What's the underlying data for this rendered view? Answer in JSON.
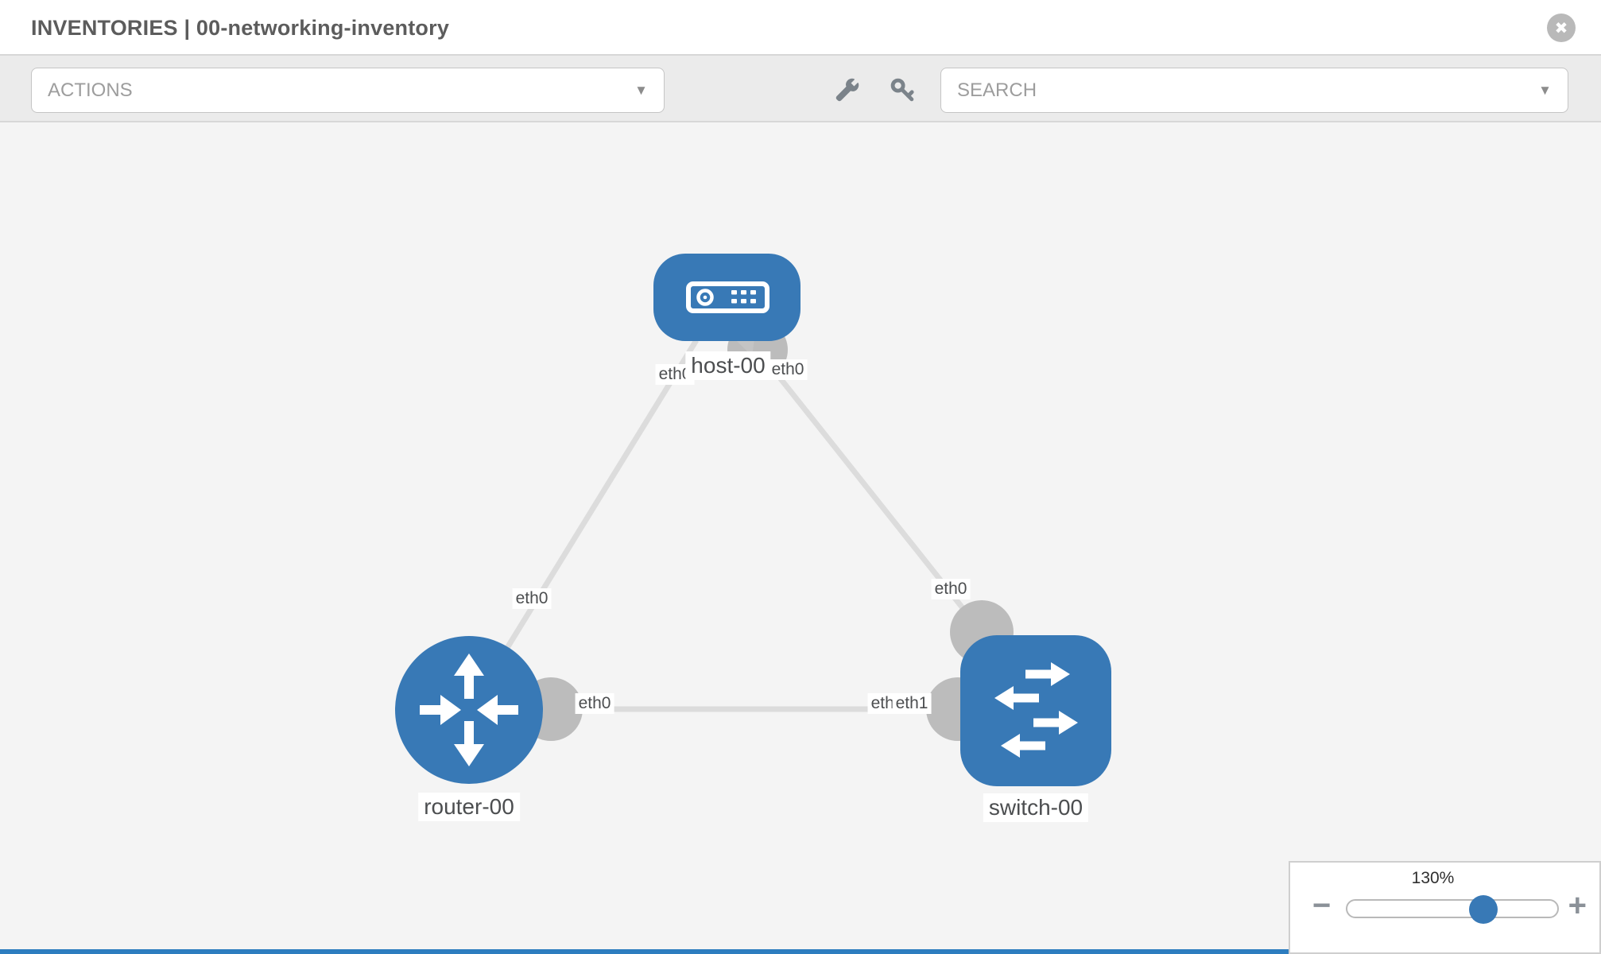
{
  "header": {
    "title": "INVENTORIES | 00-networking-inventory",
    "close_icon": "close-circle-icon"
  },
  "toolbar": {
    "actions": {
      "label": "ACTIONS",
      "caret": "▼"
    },
    "search": {
      "label": "SEARCH",
      "caret": "▼"
    },
    "icons": [
      "wrench-icon",
      "key-icon"
    ]
  },
  "topology": {
    "nodes": [
      {
        "label": "host-00",
        "type": "host"
      },
      {
        "label": "router-00",
        "type": "router"
      },
      {
        "label": "switch-00",
        "type": "switch"
      }
    ],
    "links": [
      {
        "from": "router-00",
        "to": "host-00"
      },
      {
        "from": "host-00",
        "to": "switch-00"
      },
      {
        "from": "router-00",
        "to": "switch-00"
      }
    ],
    "port_labels": {
      "host_left": "eth0",
      "host_right": "eth0",
      "diag_left_mid": "eth0",
      "diag_right_mid": "eth0",
      "horizontal_near_router": "eth0",
      "horizontal_near_switch_back": "eth1",
      "horizontal_near_switch_front": "eth1"
    },
    "colors": {
      "node_blue": "#3879b6",
      "link_gray": "#dcdcdc",
      "interface_gray": "#bcbcbc"
    }
  },
  "zoom_control": {
    "level": "130%",
    "minus_label": "−",
    "plus_label": "+"
  }
}
